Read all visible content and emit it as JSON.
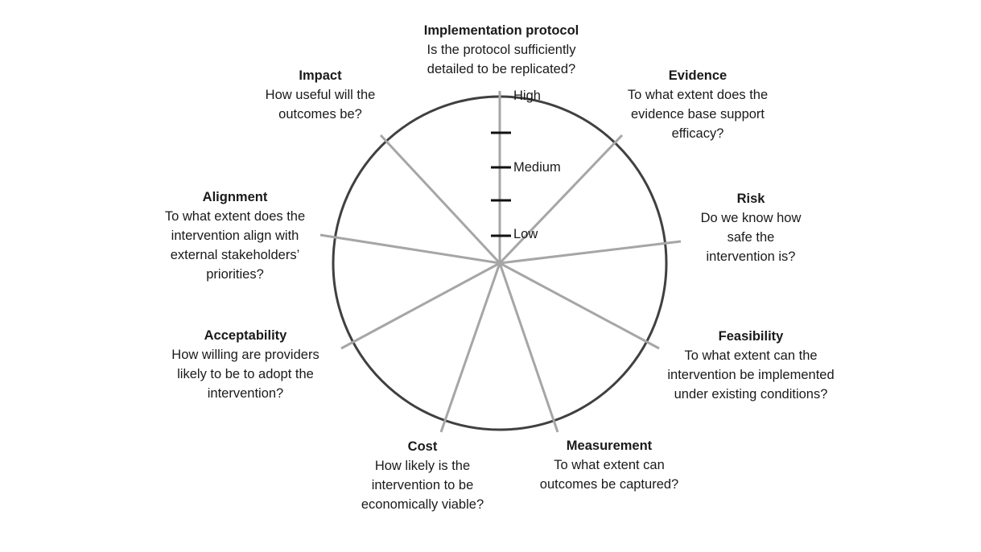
{
  "scale": {
    "high": "High",
    "medium": "Medium",
    "low": "Low"
  },
  "criteria": [
    {
      "id": "implementation-protocol",
      "title": "Implementation protocol",
      "lines": [
        "Is the protocol sufficiently",
        "detailed to be replicated?"
      ]
    },
    {
      "id": "evidence",
      "title": "Evidence",
      "lines": [
        "To what extent does the",
        "evidence base support",
        "efficacy?"
      ]
    },
    {
      "id": "risk",
      "title": "Risk",
      "lines": [
        "Do we know how",
        "safe the",
        "intervention is?"
      ]
    },
    {
      "id": "feasibility",
      "title": "Feasibility",
      "lines": [
        "To what extent can the",
        "intervention be implemented",
        "under existing conditions?"
      ]
    },
    {
      "id": "measurement",
      "title": "Measurement",
      "lines": [
        "To what extent can",
        "outcomes be captured?"
      ]
    },
    {
      "id": "cost",
      "title": "Cost",
      "lines": [
        "How likely is the",
        "intervention to be",
        "economically viable?"
      ]
    },
    {
      "id": "acceptability",
      "title": "Acceptability",
      "lines": [
        "How willing are providers",
        "likely to be to adopt the",
        "intervention?"
      ]
    },
    {
      "id": "alignment",
      "title": "Alignment",
      "lines": [
        "To what extent does the",
        "intervention align with",
        "external stakeholders’",
        "priorities?"
      ]
    },
    {
      "id": "impact",
      "title": "Impact",
      "lines": [
        "How useful will the",
        "outcomes be?"
      ]
    }
  ]
}
